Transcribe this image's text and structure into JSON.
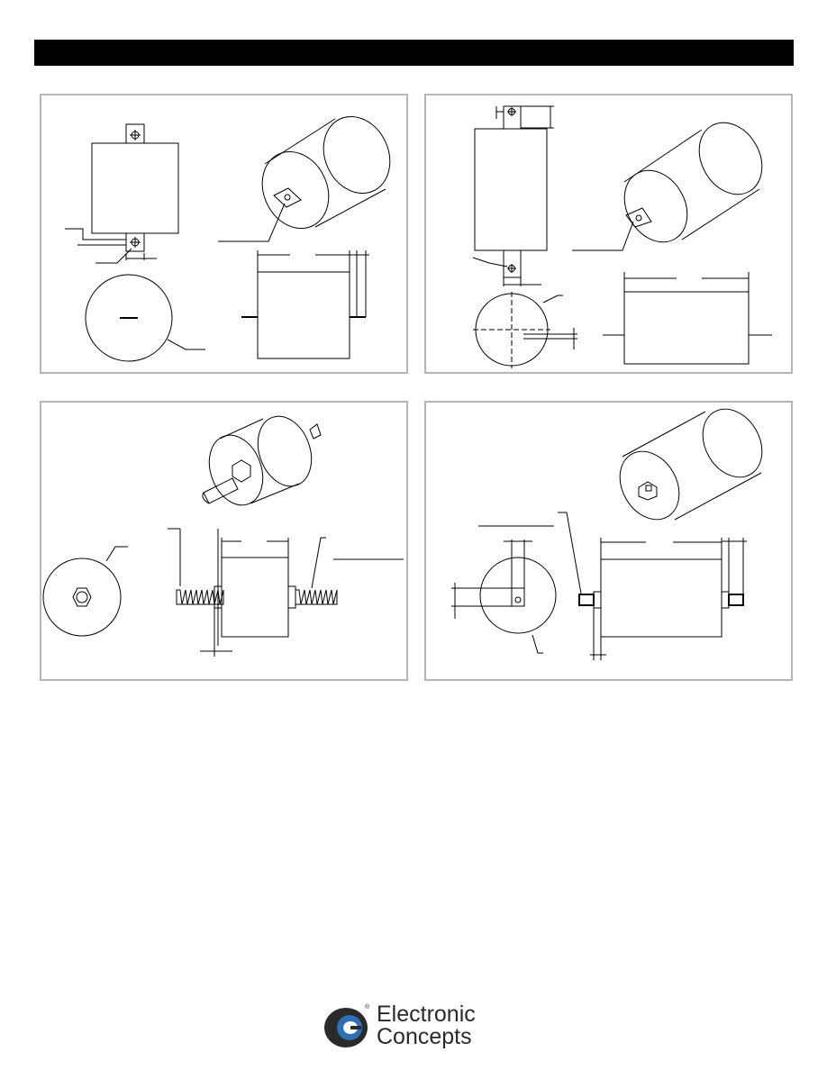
{
  "header": {
    "bar_color": "#000000"
  },
  "panels": [
    {
      "id": "style-flat-tab"
    },
    {
      "id": "style-flat-tab-offset"
    },
    {
      "id": "style-threaded-stud"
    },
    {
      "id": "style-threaded-insert"
    }
  ],
  "logo": {
    "line1": "Electronic",
    "line2": "Concepts",
    "registered_mark": "®",
    "brand_color": "#2f6fb5"
  }
}
